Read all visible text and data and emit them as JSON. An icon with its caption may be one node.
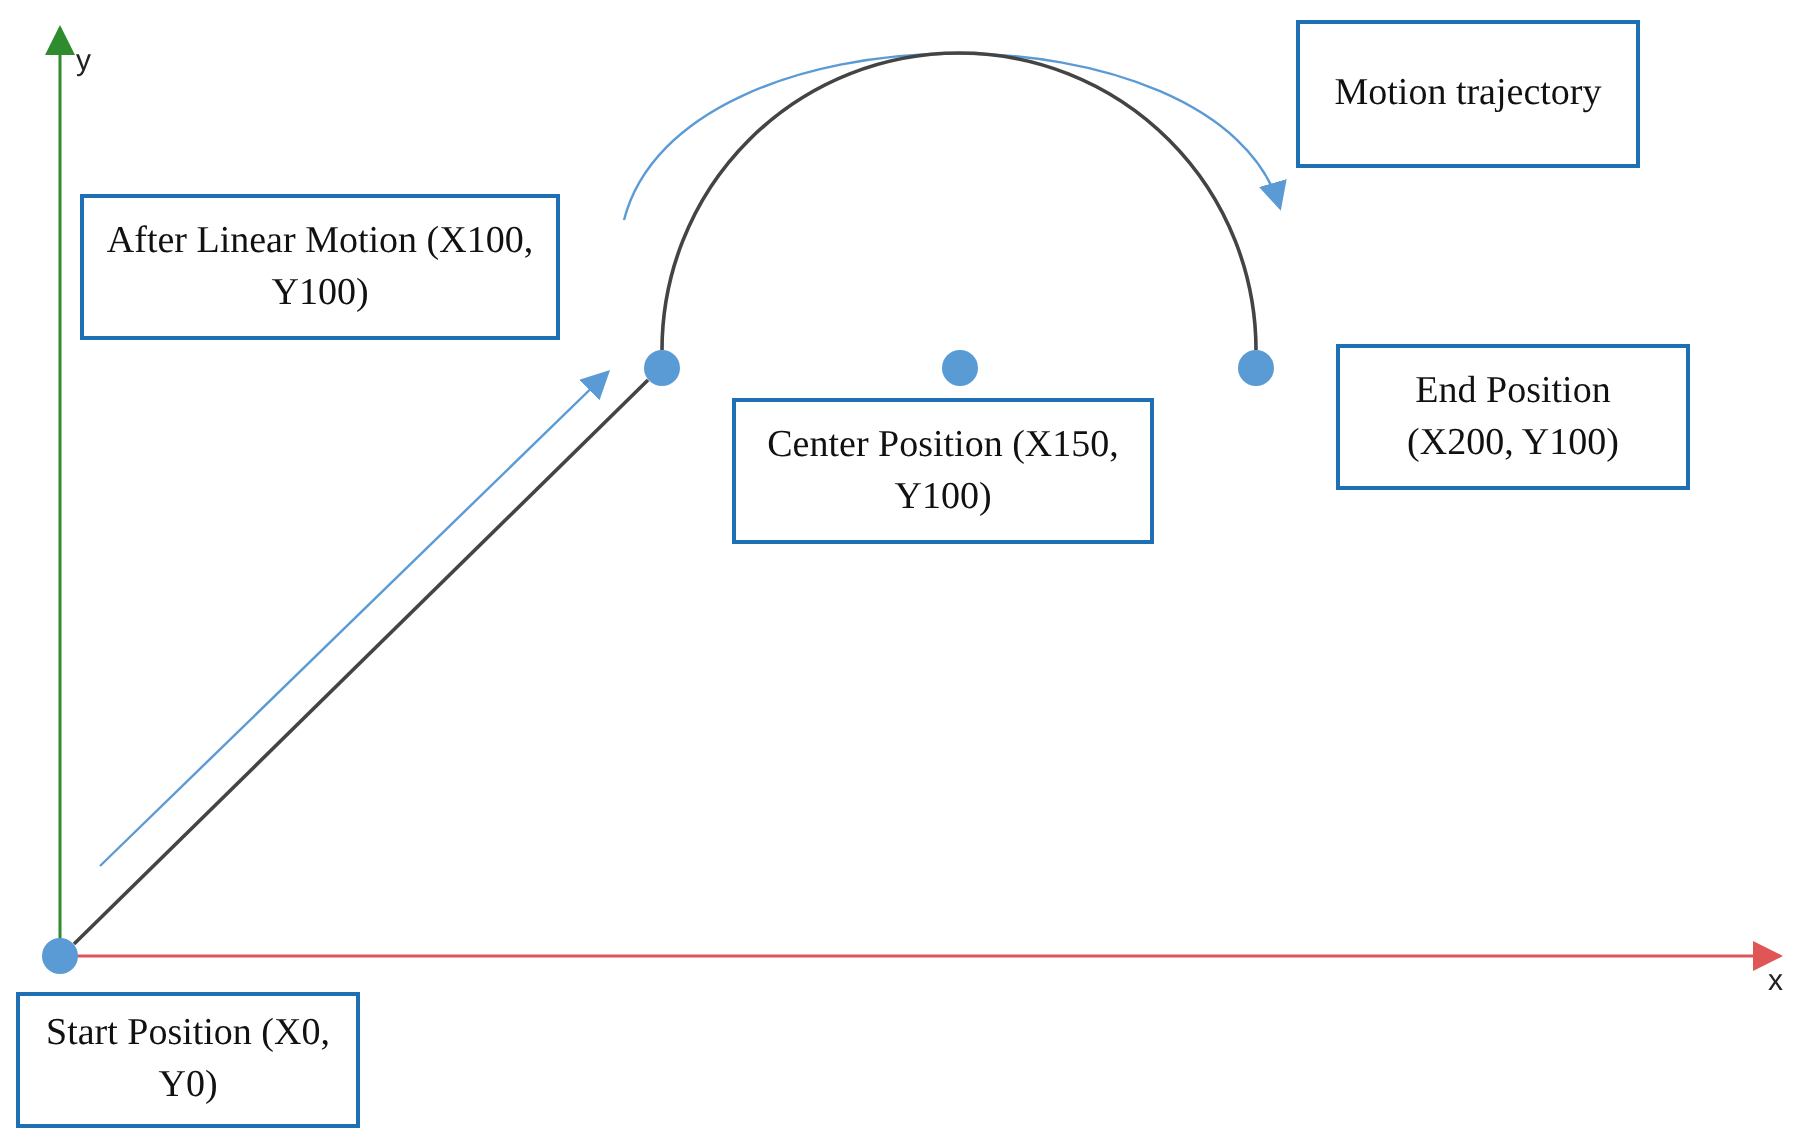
{
  "diagram": {
    "nodes": [
      {
        "text": [
          "Motion trajectory"
        ]
      },
      {
        "text": [
          "After Linear Motion (X100, Y100)"
        ]
      },
      {
        "text": [
          "End Position (X200, Y100)"
        ]
      },
      {
        "text": [
          "Center Position (X150, Y100)"
        ]
      },
      {
        "text": [
          "Start Position (X0, Y0)"
        ]
      },
      {
        "text": [],
        "shape": "circle"
      },
      {
        "text": [],
        "shape": "circle"
      },
      {
        "text": [],
        "shape": "circle"
      },
      {
        "text": [],
        "shape": "circle"
      }
    ],
    "edges": [
      {
        "from": 5,
        "to": 6,
        "arrow": "none"
      },
      {
        "from": 6,
        "to": 8,
        "arrow": "none"
      }
    ],
    "labels": [
      "y",
      "x"
    ]
  }
}
